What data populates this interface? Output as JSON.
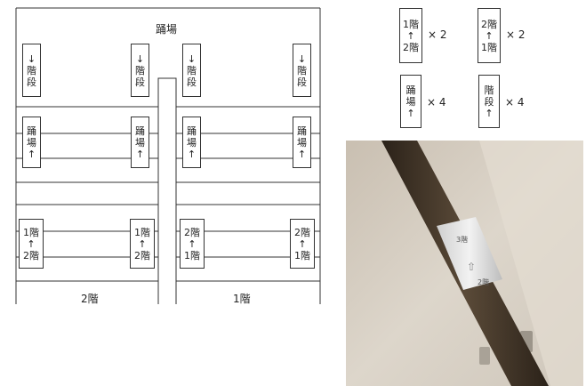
{
  "floor_plan": {
    "landing_label": "踊場",
    "floor2_label": "2階",
    "floor1_label": "1階",
    "labels": {
      "stairs_down": "↓\n階\n段",
      "landing_up": "踊\n場\n↑",
      "f1_to_f2": "1階\n↑\n2階",
      "f2_to_f1": "2階\n↑\n1階"
    }
  },
  "legend": {
    "items": [
      {
        "label": "1階\n↑\n2階",
        "count": "× 2"
      },
      {
        "label": "2階\n↑\n1階",
        "count": "× 2"
      },
      {
        "label": "踊\n場\n↑",
        "count": "× 4"
      },
      {
        "label": "階\n段\n↑",
        "count": "× 4"
      }
    ]
  },
  "photo": {
    "tag_texts": [
      "3階",
      "2階"
    ]
  },
  "colors": {
    "rail": "#3f3326",
    "wall": "#d7cfc2",
    "tag": "#e9e9e9"
  }
}
